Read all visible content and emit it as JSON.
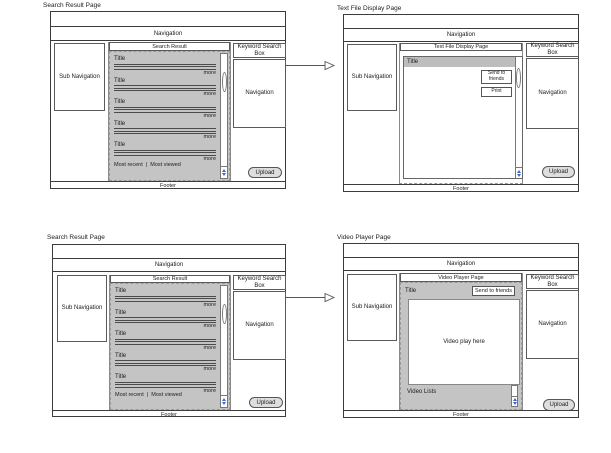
{
  "colors": {
    "wireframe_fill": "#c4c4c4",
    "scroll_arrow": "#4166c9"
  },
  "panels": [
    {
      "label": "Search Result Page",
      "nav": "Navigation",
      "sub_nav": "Sub Navigation",
      "header": "Search Result",
      "item_title": "Title",
      "more": "more",
      "sort": "Most recent  |  Most viewed",
      "keyword_box": "Keyword Search Box",
      "side_nav": "Navigation",
      "upload": "Upload",
      "footer": "Footer"
    },
    {
      "label": "Text File Display Page",
      "nav": "Navigation",
      "sub_nav": "Sub Navigation",
      "header": "Text File Display Page",
      "doc_title": "Title",
      "send_to_friends": "Send to friends",
      "print": "Print",
      "keyword_box": "Keyword Search Box",
      "side_nav": "Navigation",
      "upload": "Upload",
      "footer": "Footer"
    },
    {
      "label": "Search Result Page",
      "nav": "Navigation",
      "sub_nav": "Sub Navigation",
      "header": "Search Result",
      "item_title": "Title",
      "more": "more",
      "sort": "Most recent  |  Most viewed",
      "keyword_box": "Keyword Search Box",
      "side_nav": "Navigation",
      "upload": "Upload",
      "footer": "Footer"
    },
    {
      "label": "Video Player Page",
      "nav": "Navigation",
      "sub_nav": "Sub Navigation",
      "header": "Video Player Page",
      "video_title": "Title",
      "send_to_friends": "Send to friends",
      "video_placeholder": "Video play here",
      "video_lists": "Video Lists",
      "keyword_box": "Keyword Search Box",
      "side_nav": "Navigation",
      "upload": "Upload",
      "footer": "Footer"
    }
  ]
}
